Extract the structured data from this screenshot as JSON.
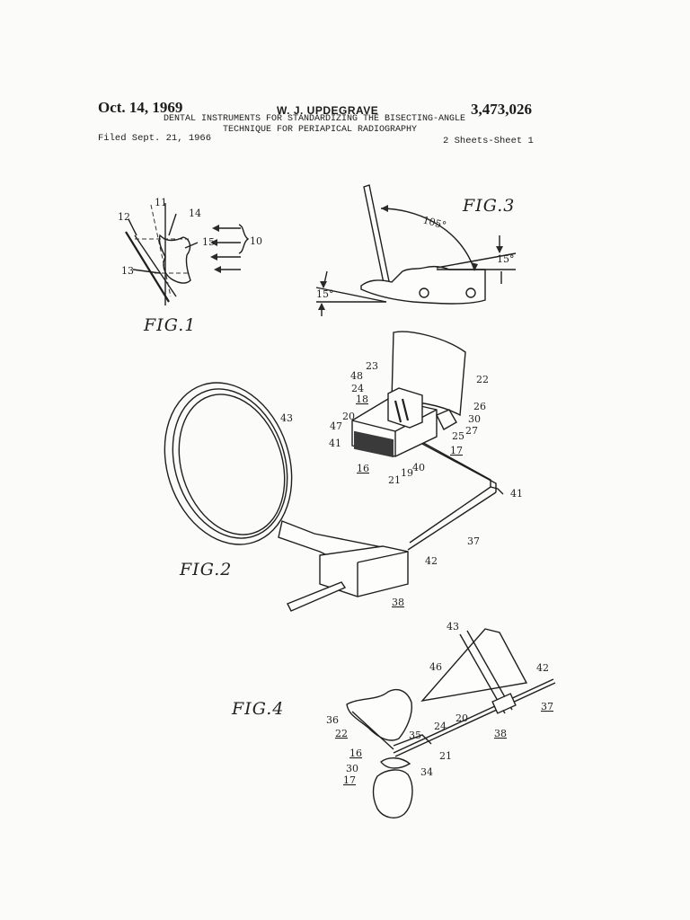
{
  "header": {
    "date": "Oct. 14, 1969",
    "inventor": "W. J. UPDEGRAVE",
    "patent_number": "3,473,026",
    "title_line1": "DENTAL INSTRUMENTS FOR STANDARDIZING THE BISECTING-ANGLE",
    "title_line2": "TECHNIQUE FOR PERIAPICAL RADIOGRAPHY",
    "filed": "Filed Sept. 21, 1966",
    "sheet": "2 Sheets-Sheet 1"
  },
  "figures": {
    "fig1": {
      "caption": "FIG.1",
      "labels": [
        "11",
        "12",
        "14",
        "15",
        "10",
        "13"
      ]
    },
    "fig2": {
      "caption": "FIG.2",
      "labels": [
        "23",
        "48",
        "24",
        "18",
        "20",
        "47",
        "41",
        "16",
        "21",
        "19",
        "40",
        "22",
        "26",
        "30",
        "25",
        "27",
        "17",
        "43",
        "41",
        "37",
        "42",
        "38"
      ]
    },
    "fig3": {
      "caption": "FIG.3",
      "labels": [
        "105°",
        "15°",
        "15°"
      ]
    },
    "fig4": {
      "caption": "FIG.4",
      "labels": [
        "43",
        "46",
        "42",
        "37",
        "38",
        "36",
        "22",
        "24",
        "20",
        "35",
        "21",
        "16",
        "30",
        "17",
        "34"
      ]
    }
  }
}
